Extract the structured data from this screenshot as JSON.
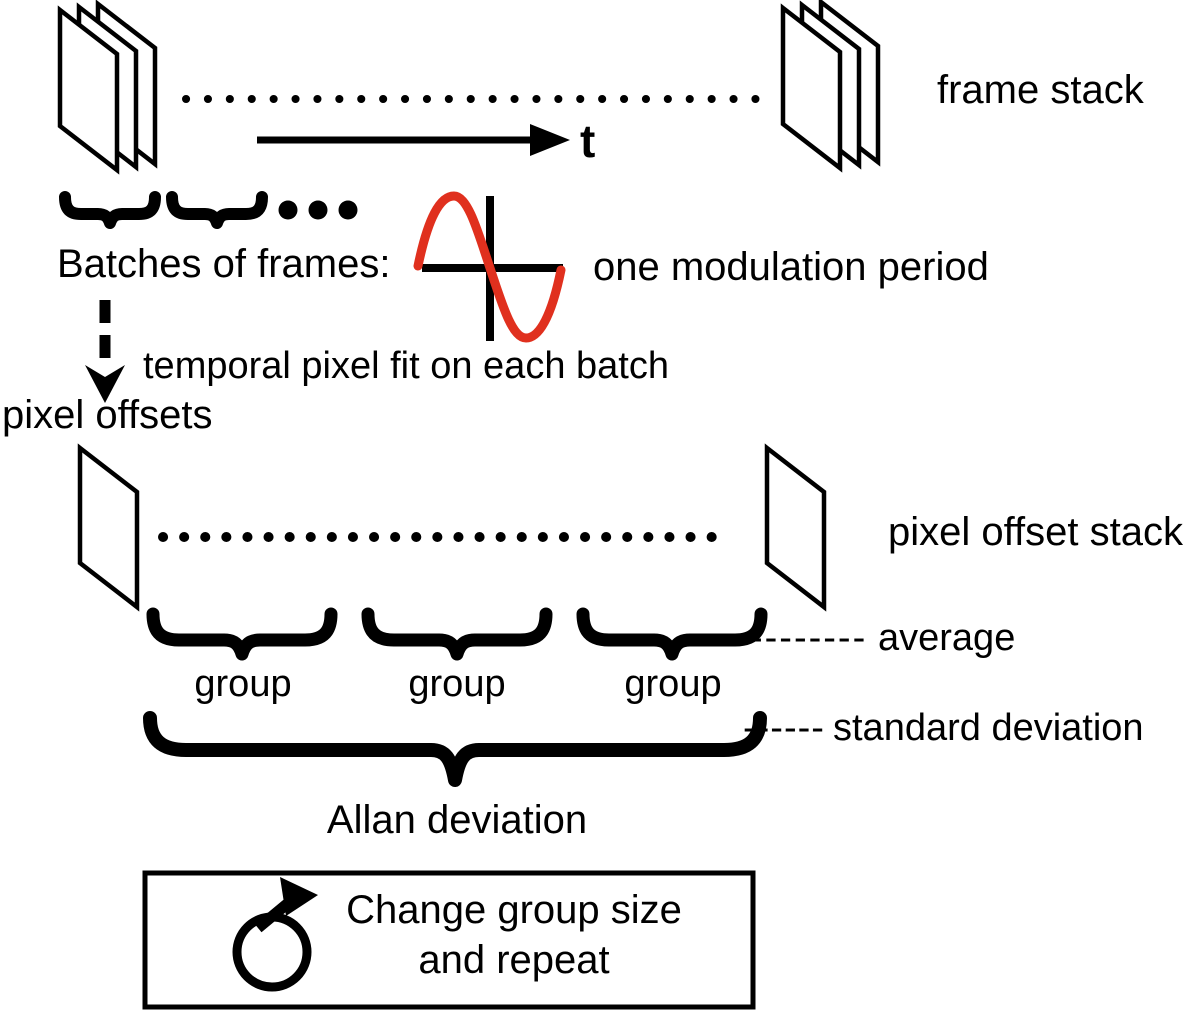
{
  "diagram": {
    "title_context": "Allan deviation processing pipeline diagram",
    "labels": {
      "frame_stack": "frame stack",
      "time_axis": "t",
      "batches": "Batches of frames:",
      "modulation": "one modulation period",
      "fit": "temporal pixel fit on each batch",
      "pixel_offsets": "pixel offsets",
      "pixel_offset_stack": "pixel offset stack",
      "groups": [
        "group",
        "group",
        "group"
      ],
      "average_dashes": "--------",
      "average": "average",
      "std_dashes": "------",
      "std": "standard deviation",
      "allan": "Allan deviation"
    },
    "repeat_box": {
      "line1": "Change group size",
      "line2": "and repeat",
      "icon": "clockwise-rotate-arrow-icon"
    },
    "colors": {
      "ink": "#000000",
      "sine_red": "#E0301E",
      "background": "#FFFFFF"
    }
  }
}
